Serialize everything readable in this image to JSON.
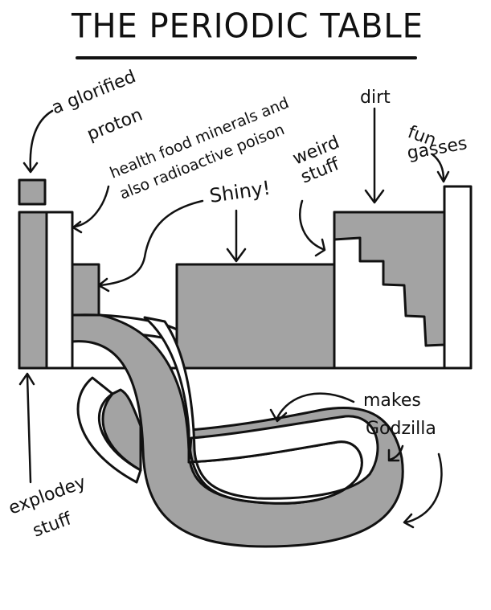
{
  "title": "THE PERIODIC TABLE",
  "colors": {
    "fill_gray": "#a3a3a3",
    "ink": "#111111",
    "paper": "#ffffff"
  },
  "labels": {
    "hydrogen": [
      "a glorified",
      "proton"
    ],
    "alkaline_earth": [
      "health food minerals and",
      "also radioactive poison"
    ],
    "transition": [
      "Shiny!"
    ],
    "post_transition": [
      "weird",
      "stuff"
    ],
    "nonmetals": [
      "dirt"
    ],
    "noble_gases": [
      "fun",
      "gasses"
    ],
    "alkali": [
      "explodey",
      "stuff"
    ],
    "lanthanides_actinides": [
      "makes",
      "Godzilla"
    ]
  }
}
